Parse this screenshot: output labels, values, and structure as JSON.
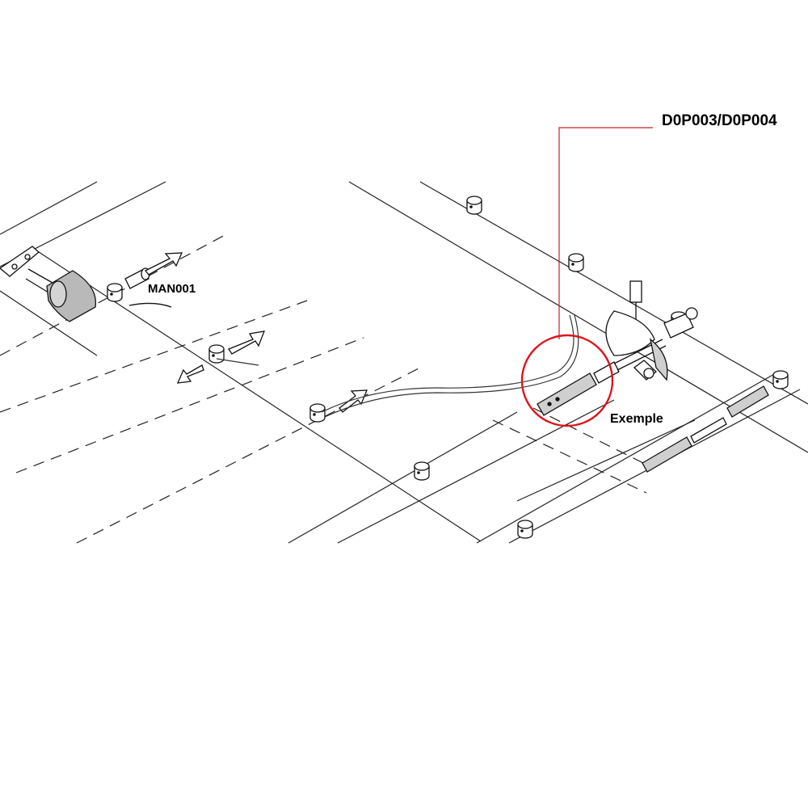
{
  "labels": {
    "part_code": "D0P003/D0P004",
    "manual_ref": "MAN001",
    "example": "Exemple"
  },
  "colors": {
    "line": "#111111",
    "highlight": "#e0141b",
    "leader": "#c81e28",
    "background": "#ffffff"
  },
  "icons": {
    "arrow": "hollow-arrow-icon",
    "clamp": "cable-clamp-icon",
    "motor": "winch-motor-icon",
    "tensioner": "turnbuckle-icon"
  }
}
